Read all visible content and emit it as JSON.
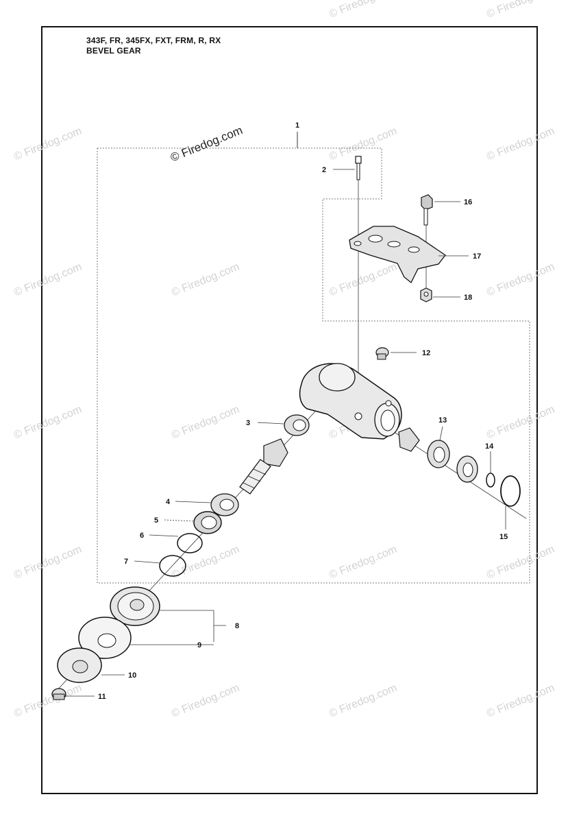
{
  "header": {
    "title": "343F, FR, 345FX, FXT, FRM, R, RX",
    "subtitle": "BEVEL GEAR"
  },
  "watermark": {
    "text": "© Firedog.com"
  },
  "callouts": [
    "1",
    "2",
    "3",
    "4",
    "5",
    "6",
    "7",
    "8",
    "9",
    "10",
    "11",
    "12",
    "13",
    "14",
    "15",
    "16",
    "17",
    "18"
  ]
}
